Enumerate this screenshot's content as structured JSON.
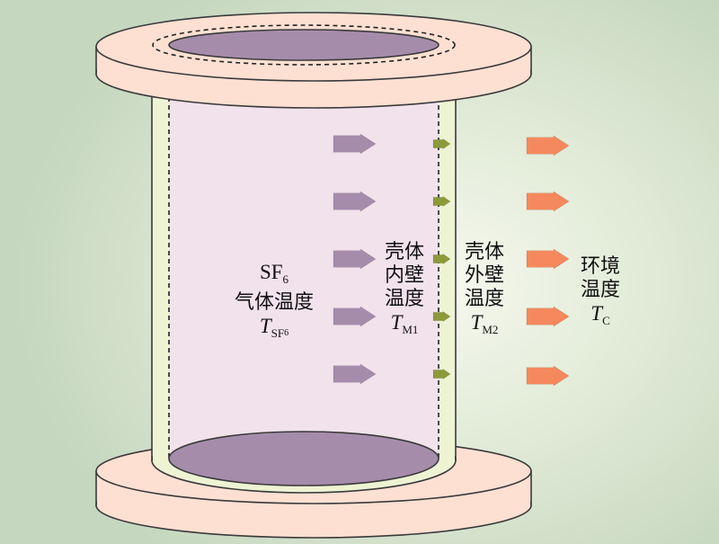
{
  "colors": {
    "flange_fill": "#fde0d2",
    "wall_fill": "#eef3d4",
    "gas_fill": "#f2e2ec",
    "disk_fill": "#a68cab",
    "arrow_gas": "#a68cab",
    "arrow_wall": "#8c9a3a",
    "arrow_ambient": "#f5885c"
  },
  "labels": {
    "gas": {
      "formula_base": "SF",
      "formula_sub": "6",
      "name": "气体温度",
      "symbol": "T",
      "symbol_sub": "SF",
      "symbol_sub_sub": "6"
    },
    "inner_wall": {
      "line1": "壳体",
      "line2": "内壁",
      "line3": "温度",
      "symbol": "T",
      "symbol_sub": "M1"
    },
    "outer_wall": {
      "line1": "壳体",
      "line2": "外壁",
      "line3": "温度",
      "symbol": "T",
      "symbol_sub": "M2"
    },
    "ambient": {
      "line1": "环境",
      "line2": "温度",
      "symbol": "T",
      "symbol_sub": "C"
    }
  },
  "icons": {
    "gas_arrows": "heat-flow-arrow-icon",
    "wall_arrows": "small-heat-flow-arrow-icon",
    "ambient_arrows": "heat-flow-arrow-icon"
  }
}
